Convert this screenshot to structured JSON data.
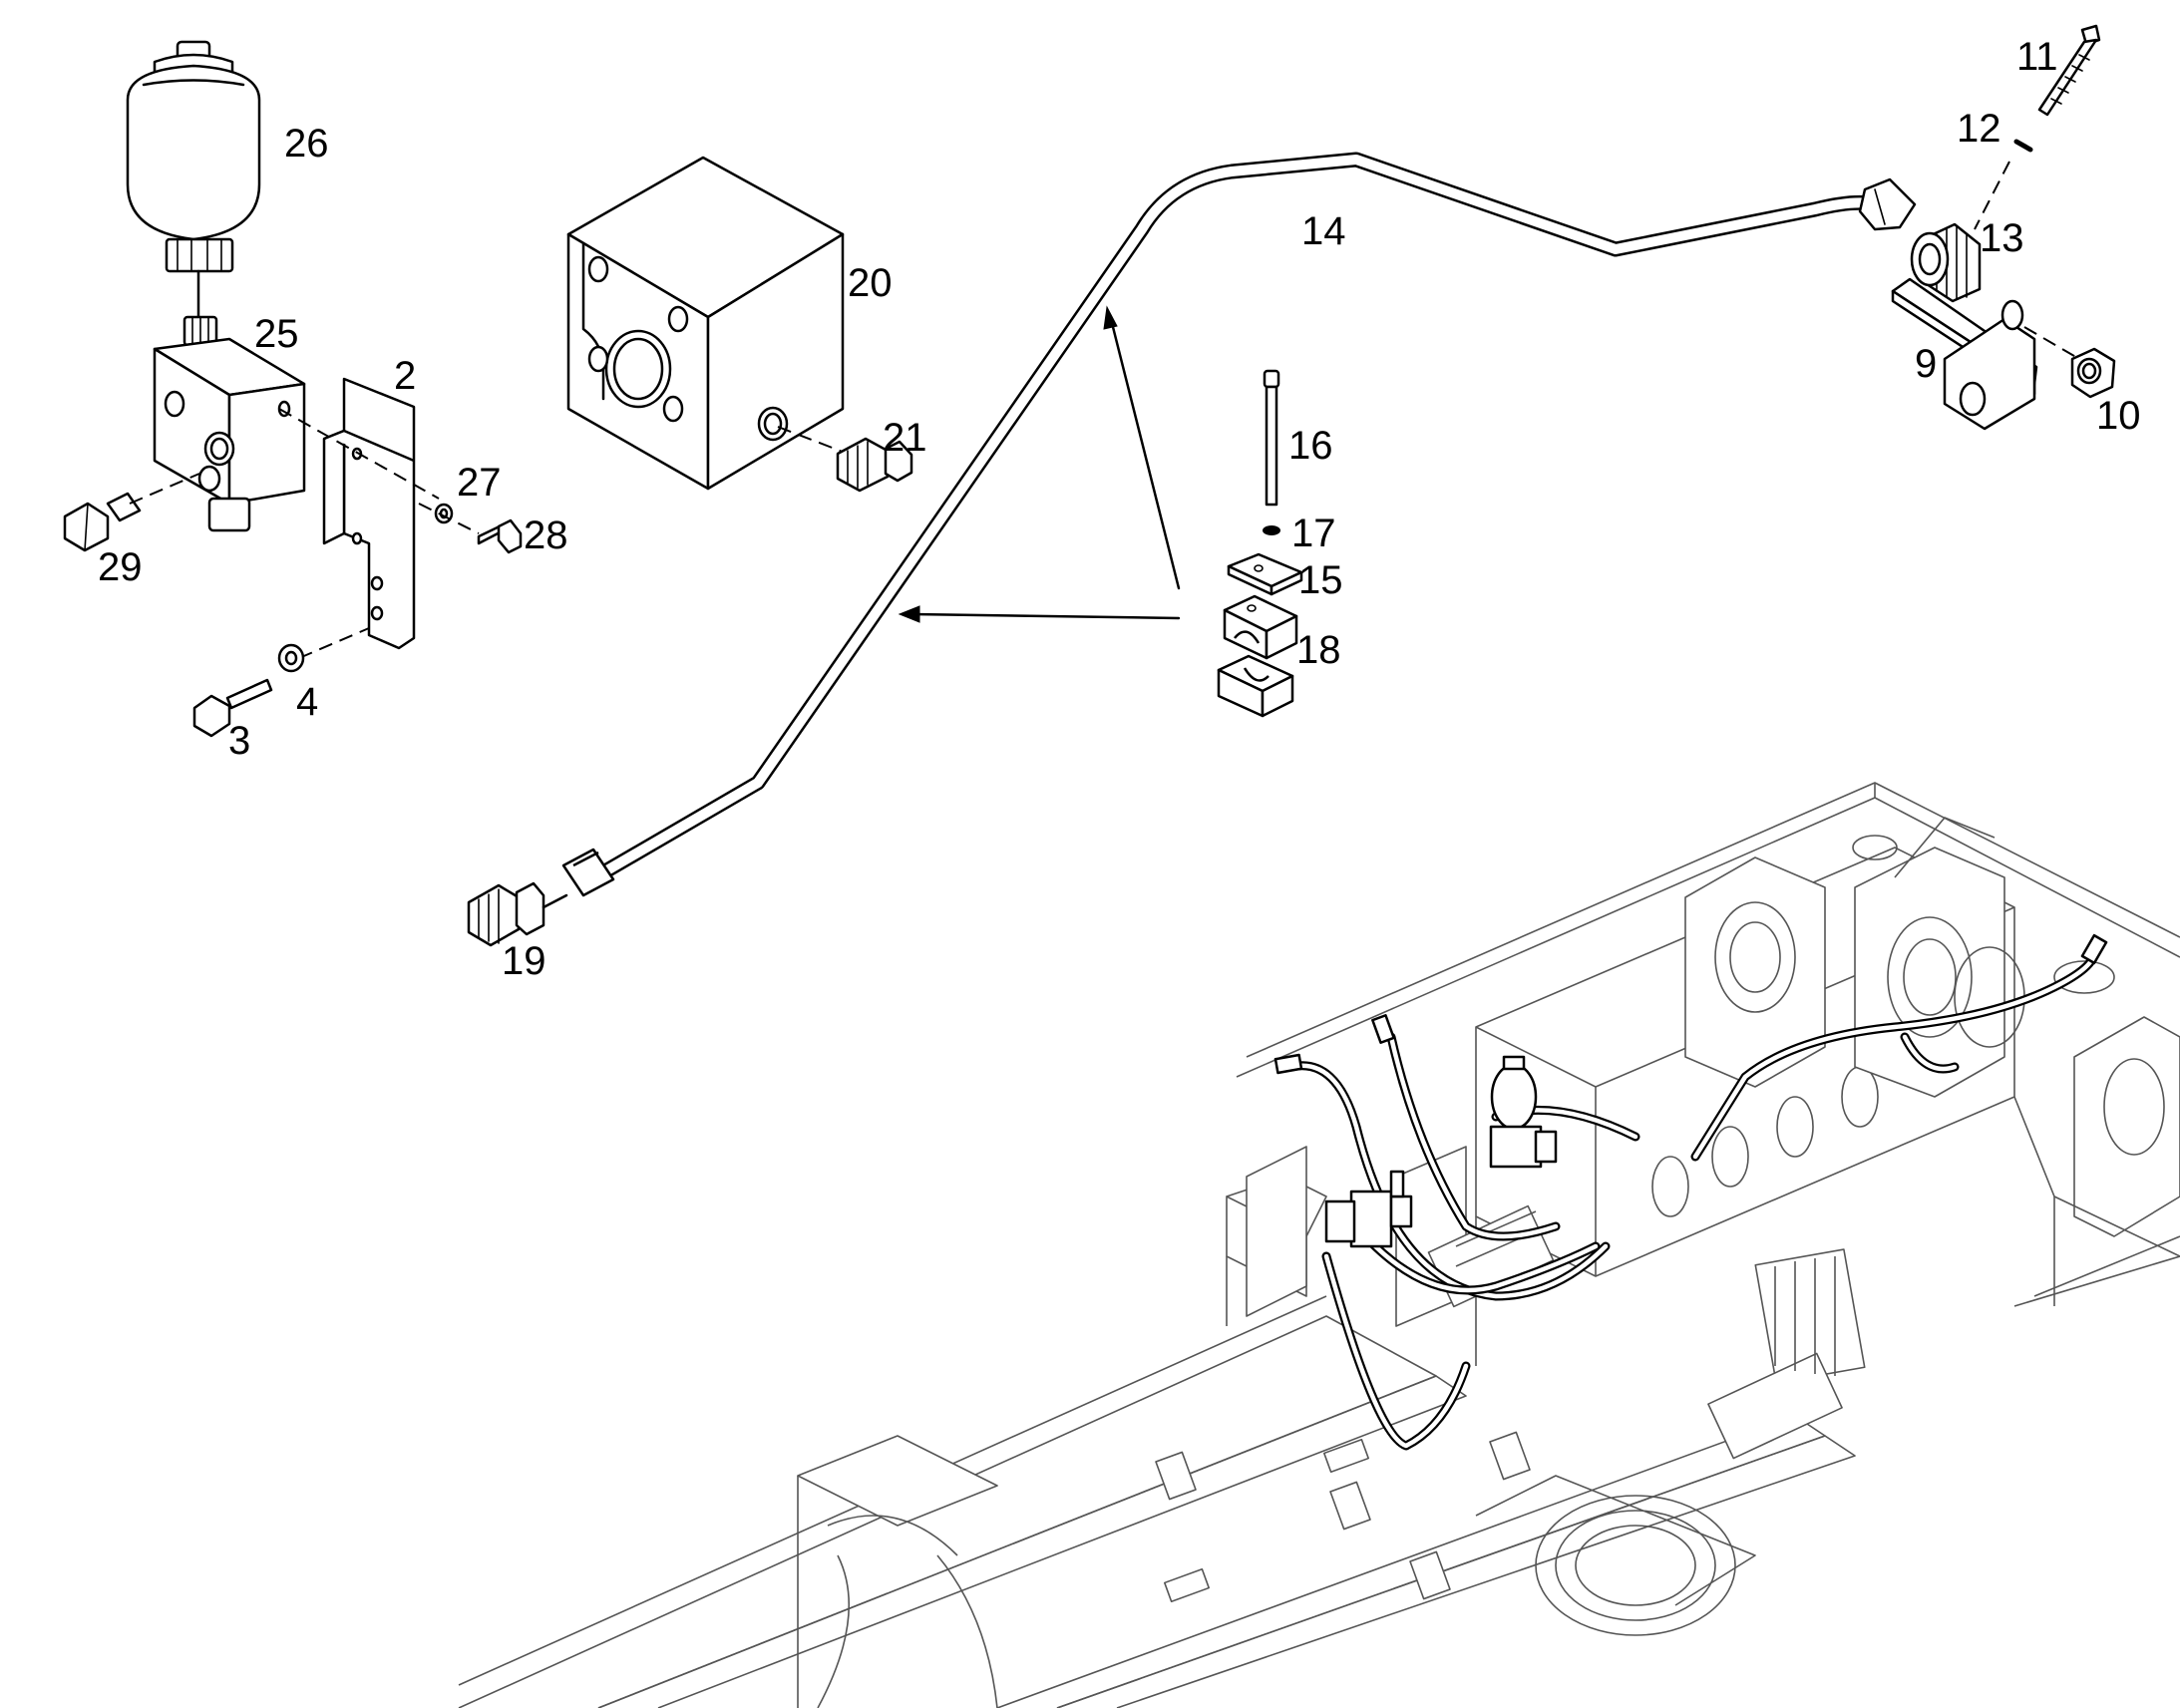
{
  "callouts": [
    {
      "id": "p26",
      "text": "26"
    },
    {
      "id": "p25",
      "text": "25"
    },
    {
      "id": "p2",
      "text": "2"
    },
    {
      "id": "p27",
      "text": "27"
    },
    {
      "id": "p28",
      "text": "28"
    },
    {
      "id": "p29",
      "text": "29"
    },
    {
      "id": "p4",
      "text": "4"
    },
    {
      "id": "p3",
      "text": "3"
    },
    {
      "id": "p20",
      "text": "20"
    },
    {
      "id": "p21",
      "text": "21"
    },
    {
      "id": "p14",
      "text": "14"
    },
    {
      "id": "p16",
      "text": "16"
    },
    {
      "id": "p17",
      "text": "17"
    },
    {
      "id": "p15",
      "text": "15"
    },
    {
      "id": "p18",
      "text": "18"
    },
    {
      "id": "p19",
      "text": "19"
    },
    {
      "id": "p11",
      "text": "11"
    },
    {
      "id": "p12",
      "text": "12"
    },
    {
      "id": "p13",
      "text": "13"
    },
    {
      "id": "p9",
      "text": "9"
    },
    {
      "id": "p10",
      "text": "10"
    }
  ],
  "colors": {
    "line": "#000000",
    "frame": "#555555",
    "background": "#ffffff"
  }
}
